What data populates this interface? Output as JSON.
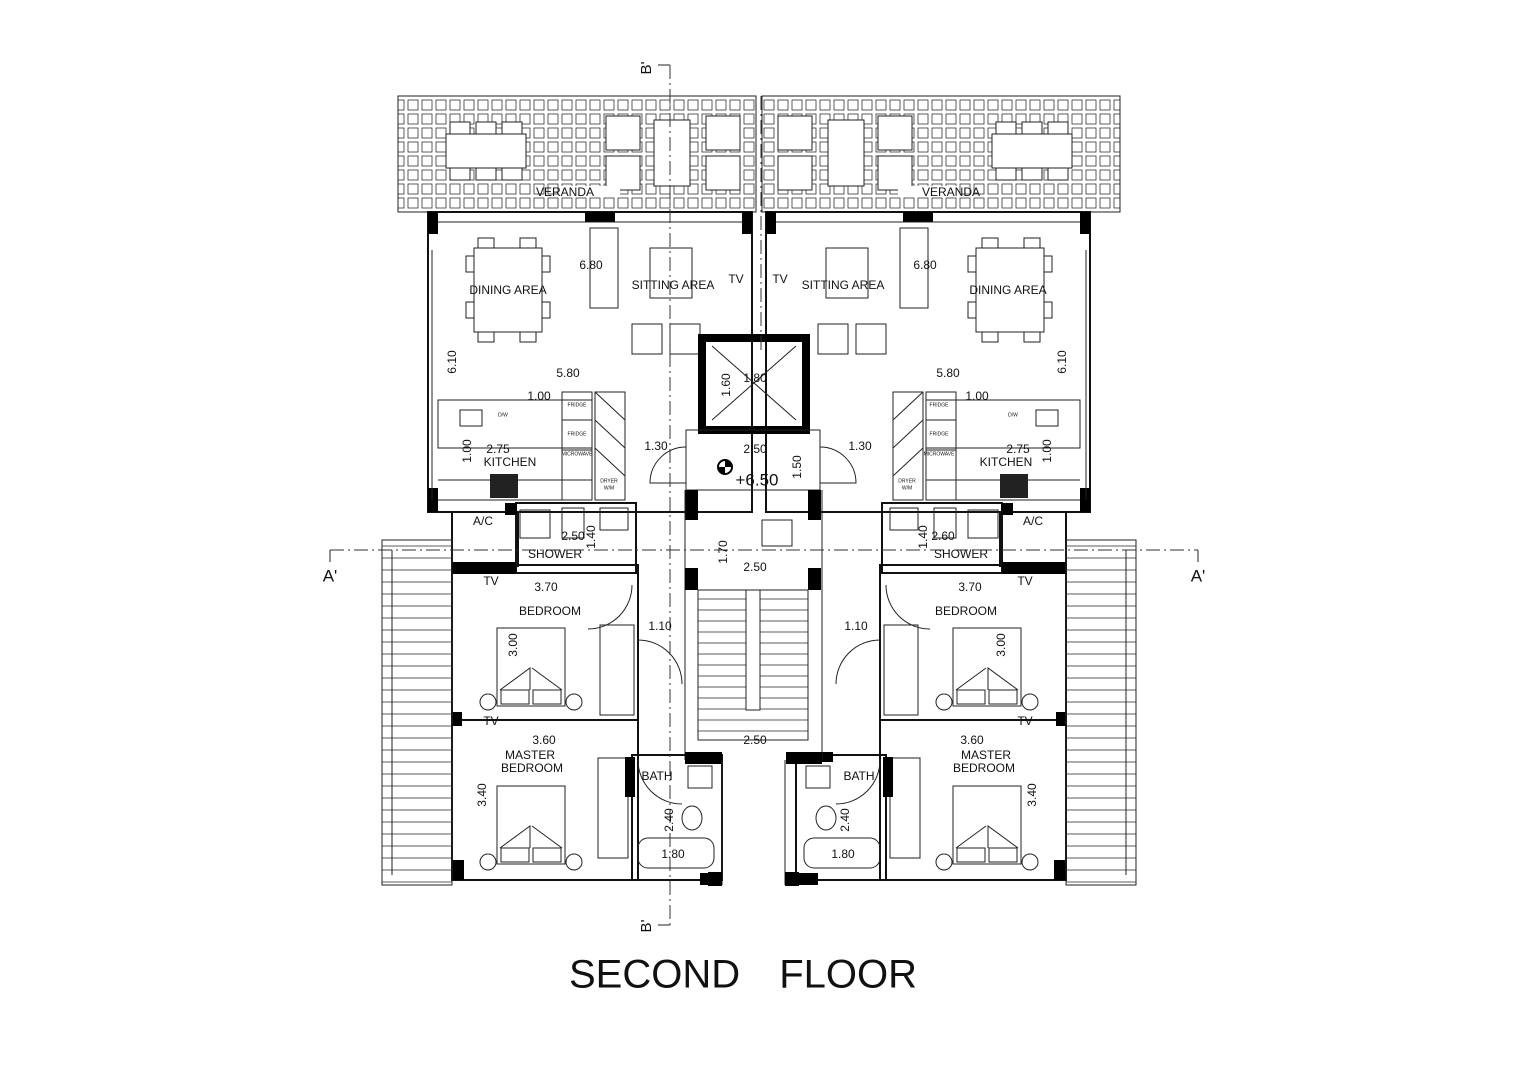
{
  "title": "SECOND FLOOR",
  "level": "+6.50",
  "section_a": "A'",
  "section_b": "B'",
  "core_dims": {
    "lift_w": "1.80",
    "lift_h": "1.60",
    "lobby_w": "2.50",
    "lobby_h": "1.50",
    "corridor_h": "1.70",
    "corridor_w": "2.50",
    "stair_w": "2.50"
  },
  "units": [
    {
      "rooms": {
        "veranda": "VERANDA",
        "dining": "DINING  AREA",
        "sitting": "SITTING AREA",
        "tv_living": "TV",
        "kitchen": "KITCHEN",
        "ac": "A/C",
        "shower": "SHOWER",
        "tv_bedroom": "TV",
        "bedroom": "BEDROOM",
        "tv_master": "TV",
        "master_1": "MASTER",
        "master_2": "BEDROOM",
        "bath": "BATH"
      },
      "appliances": {
        "fridge_1": "FRIDGE",
        "fridge_2": "FRIDGE",
        "microwave": "MICROWAVE",
        "dryer": "DRYER",
        "wm": "W/M",
        "dw": "D/W"
      },
      "dims": {
        "living_w": "6.80",
        "living_h": "6.10",
        "kitchen_run": "5.80",
        "counter": "1.00",
        "counter_depth": "1.00",
        "kitchen_w": "2.75",
        "pantry": "1.30",
        "shower_w": "2.50",
        "shower_h": "1.40",
        "bedroom_w": "3.70",
        "bedroom_h": "3.00",
        "hall": "1.10",
        "master_w": "3.60",
        "master_h": "3.40",
        "bath_h": "2.40",
        "bath_w": "1.80"
      }
    },
    {
      "rooms": {
        "veranda": "VERANDA",
        "dining": "DINING  AREA",
        "sitting": "SITTING AREA",
        "tv_living": "TV",
        "kitchen": "KITCHEN",
        "ac": "A/C",
        "shower": "SHOWER",
        "tv_bedroom": "TV",
        "bedroom": "BEDROOM",
        "tv_master": "TV",
        "master_1": "MASTER",
        "master_2": "BEDROOM",
        "bath": "BATH"
      },
      "appliances": {
        "fridge_1": "FRIDGE",
        "fridge_2": "FRIDGE",
        "microwave": "MICROWAVE",
        "dryer": "DRYER",
        "wm": "W/M",
        "dw": "D/W"
      },
      "dims": {
        "living_w": "6.80",
        "living_h": "6.10",
        "kitchen_run": "5.80",
        "counter": "1.00",
        "counter_depth": "1.00",
        "kitchen_w": "2.75",
        "pantry": "1.30",
        "shower_w": "2.60",
        "shower_h": "1.40",
        "bedroom_w": "3.70",
        "bedroom_h": "3.00",
        "hall": "1.10",
        "master_w": "3.60",
        "master_h": "3.40",
        "bath_h": "2.40",
        "bath_w": "1.80"
      }
    }
  ]
}
